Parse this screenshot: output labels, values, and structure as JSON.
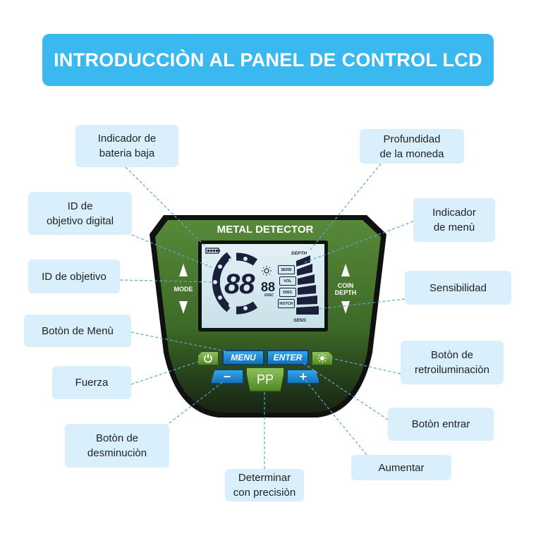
{
  "title": "INTRODUCCIÒN AL PANEL DE CONTROL LCD",
  "device": {
    "name": "METAL DETECTOR",
    "mode_label": "MODE",
    "coin_depth_label": "COIN\nDEPTH",
    "lcd": {
      "target_id_digits": "88",
      "digital_id_digits": "88",
      "disc_label": "DISC",
      "depth_label": "DEPTH",
      "sens_label": "SENS",
      "menu_items": [
        "SENS",
        "VOL",
        "DISC",
        "NOTCH"
      ]
    },
    "buttons": {
      "power": "power-icon",
      "menu": "MENU",
      "enter": "ENTER",
      "backlight": "sun-icon",
      "minus": "−",
      "pp": "PP",
      "plus": "+"
    }
  },
  "callouts": {
    "low_battery": "Indicador de\nbateria baja",
    "digital_target_id": "ID de\nobjetivo digital",
    "target_id": "ID de objetivo",
    "menu_button": "Botòn de Menù",
    "power": "Fuerza",
    "decrease_button": "Botòn de\ndesminuciòn",
    "pinpoint": "Determinar\ncon precisiòn",
    "increase": "Aumentar",
    "enter_button": "Botòn entrar",
    "backlight_button": "Botòn de\nretroiluminaciòn",
    "sensitivity": "Sensibilidad",
    "menu_indicator": "Indicador\nde menù",
    "coin_depth": "Profundidad\nde la moneda"
  },
  "colors": {
    "banner": "#39b9f0",
    "callout_bg": "#d9effb",
    "panel_green": "#4c7a2c",
    "panel_dark": "#1d2a18",
    "lcd_bg": "#d3e8ef",
    "lcd_segment": "#1a1f3a",
    "button_blue": "#1e88d2",
    "button_green": "#6ea83a"
  }
}
